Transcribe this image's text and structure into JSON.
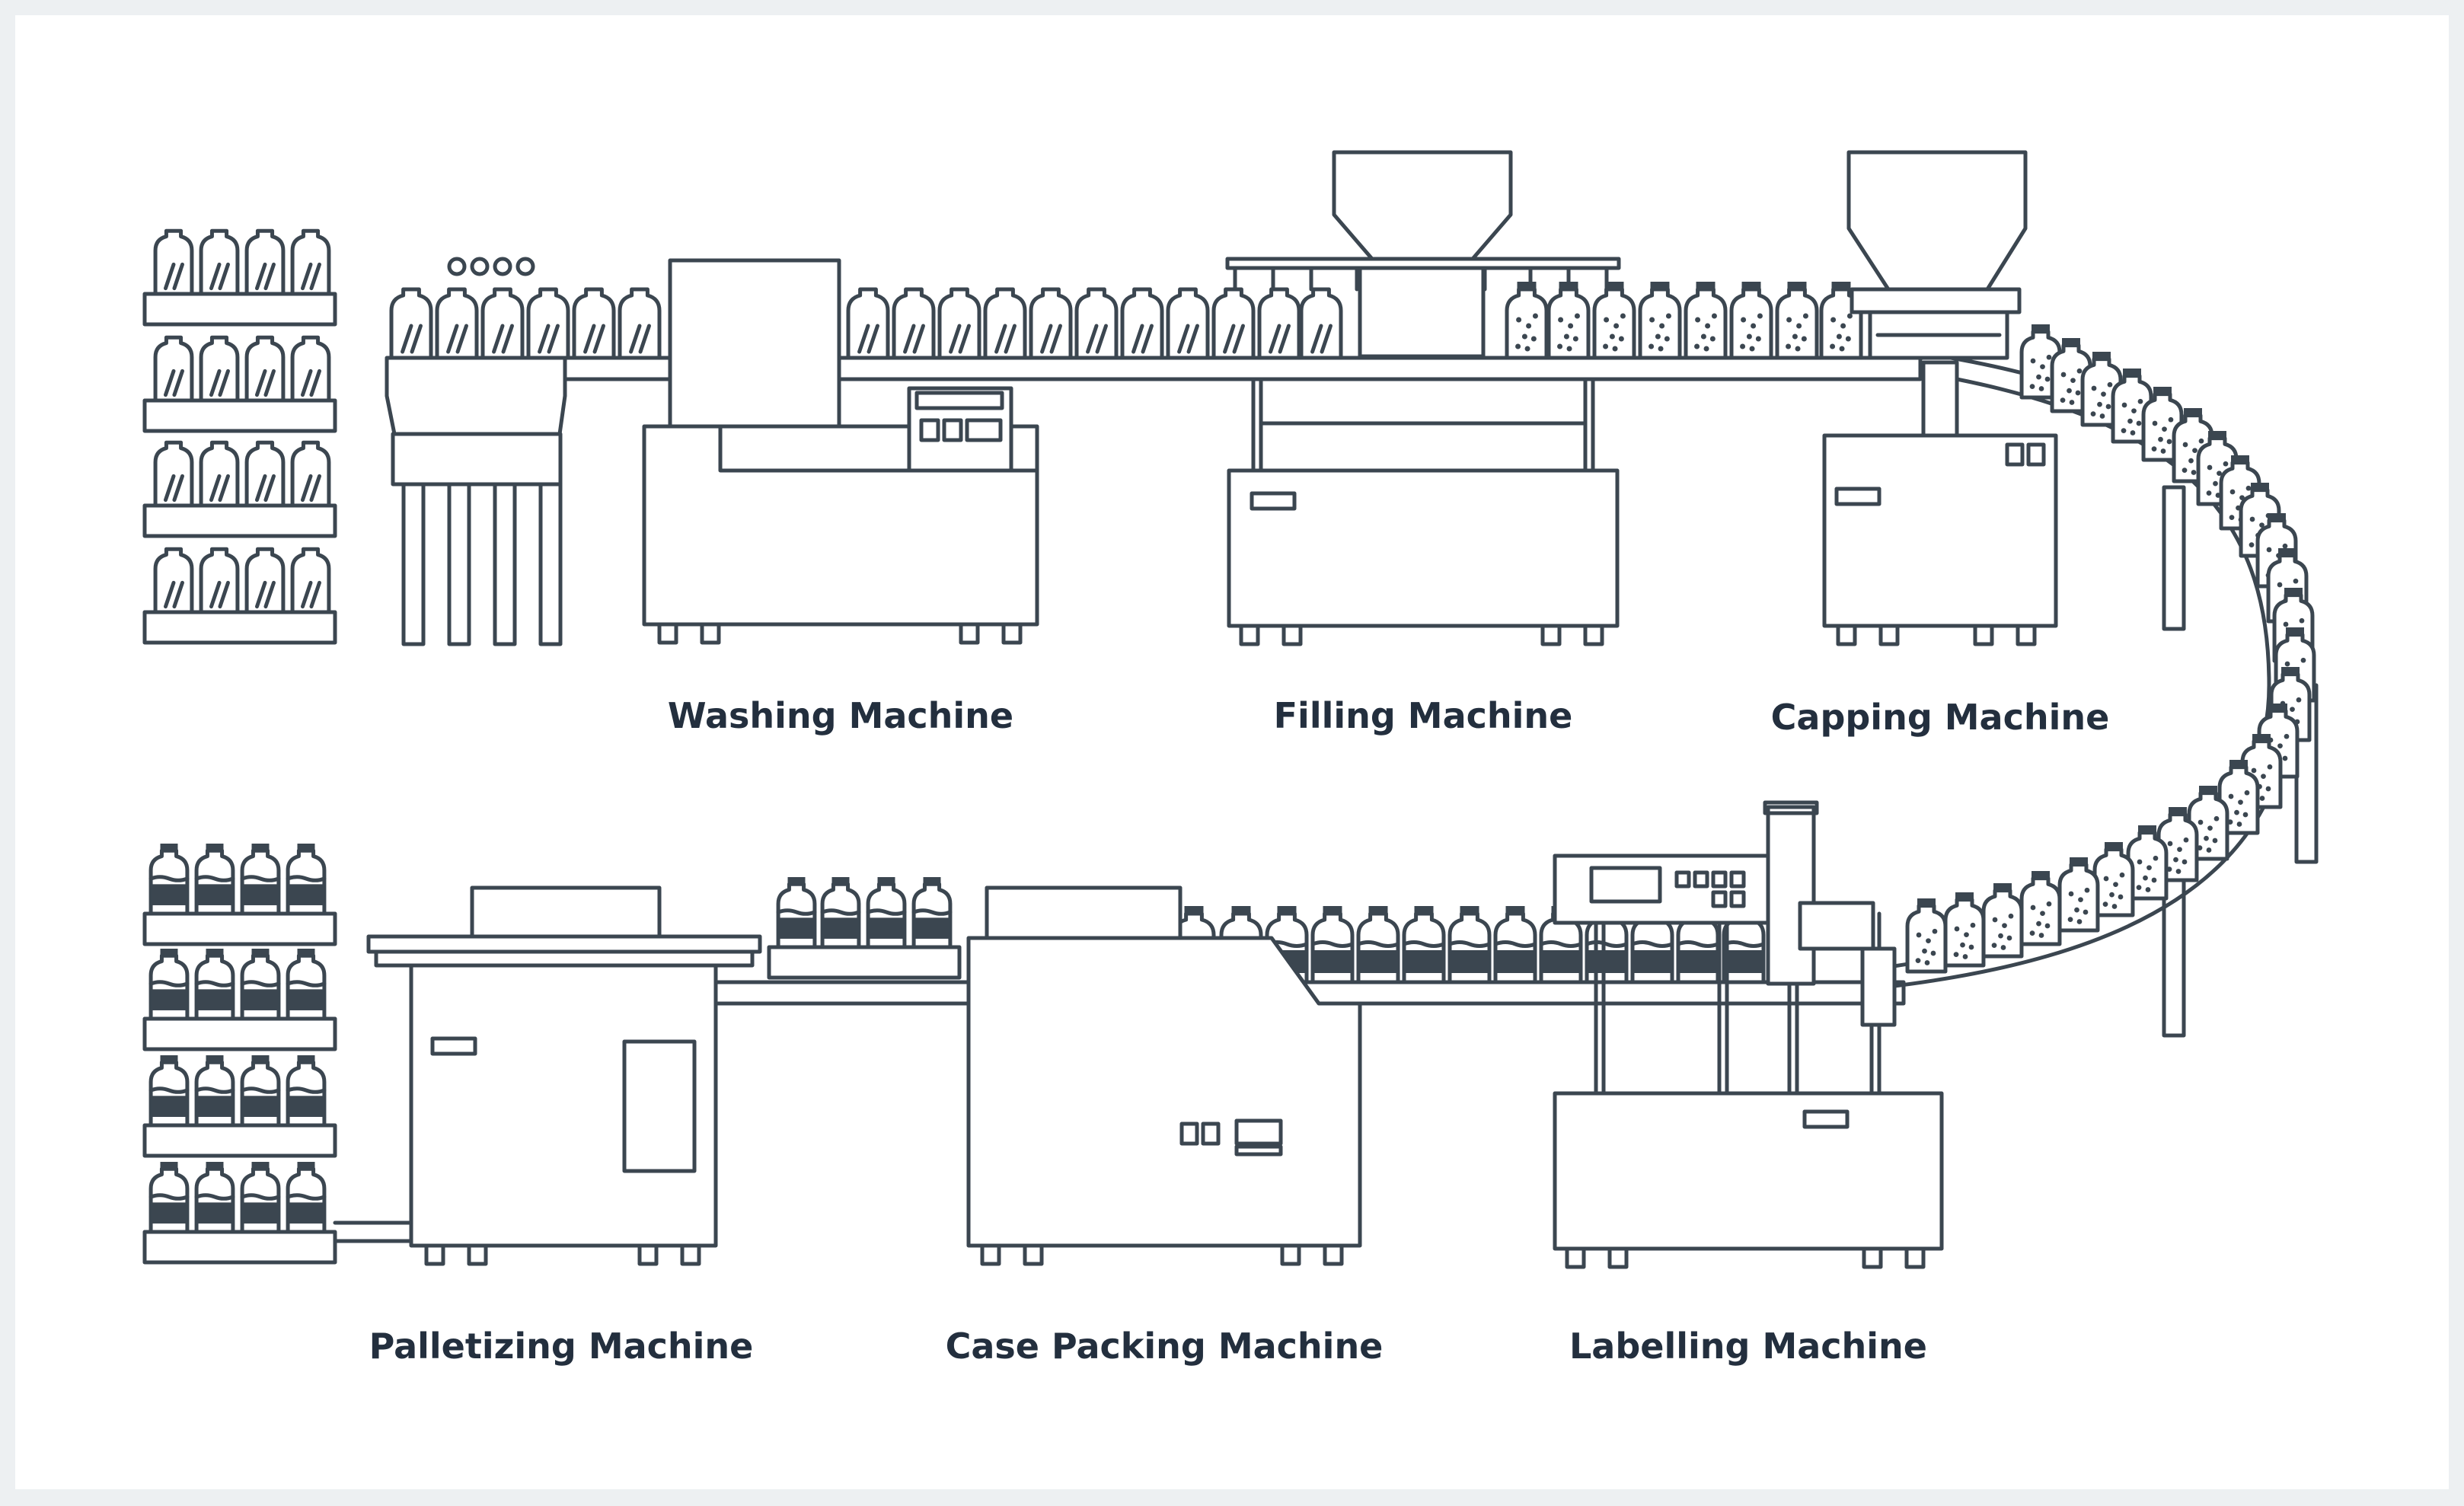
{
  "colors": {
    "page_bg": "#edf0f2",
    "card_bg": "#ffffff",
    "stroke": "#3b4650",
    "label_text": "#232f3e"
  },
  "labels": {
    "washing": "Washing Machine",
    "filling": "Filling Machine",
    "capping": "Capping Machine",
    "palletizing": "Palletizing Machine",
    "case_packing": "Case Packing Machine",
    "labelling": "Labelling Machine"
  },
  "icons": [
    "bottle-icon",
    "conveyor-icon",
    "hopper-icon",
    "shelf-icon"
  ]
}
